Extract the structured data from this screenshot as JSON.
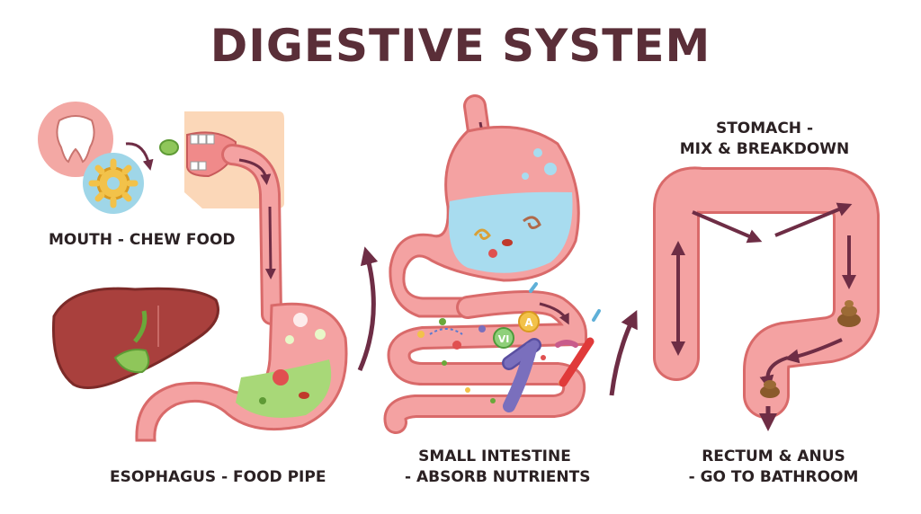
{
  "title": "DIGESTIVE SYSTEM",
  "labels": {
    "mouth": "MOUTH - CHEW FOOD",
    "esophagus": "ESOPHAGUS - FOOD PIPE",
    "small_intestine_line1": "SMALL INTESTINE",
    "small_intestine_line2": "- ABSORB NUTRIENTS",
    "stomach_line1": "STOMACH -",
    "stomach_line2": "MIX & BREAKDOWN",
    "rectum_line1": "RECTUM & ANUS",
    "rectum_line2": "- GO TO BATHROOM"
  },
  "nutrient_badges": {
    "vitamin": "VI",
    "vitamin_a": "A"
  },
  "icons": [
    "tooth-icon",
    "gear-icon",
    "food-bolus-icon",
    "liver-icon",
    "stool-icon"
  ],
  "colors": {
    "title": "#5a2e38",
    "organ": "#f4a2a2",
    "organ_outline": "#d96a6a",
    "arrow": "#6e2d45",
    "gastric_fluid": "#a8dcef",
    "chyme": "#a8d878",
    "liver": "#a9403d",
    "vein": "#7a6fbd",
    "artery": "#e03a3a"
  }
}
